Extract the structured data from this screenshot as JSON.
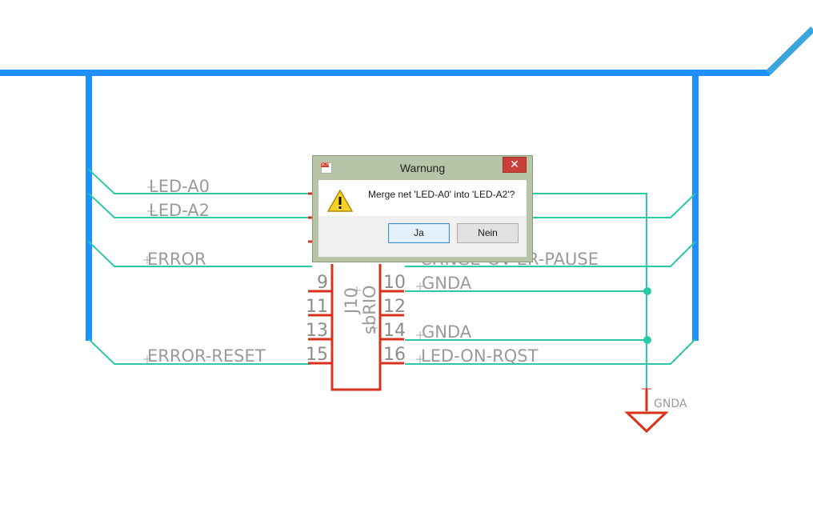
{
  "schematic": {
    "colors": {
      "bus": "#1e90ff",
      "net": "#2cc9a8",
      "part": "#d8321c",
      "text": "#9a9a9a"
    },
    "net_labels": {
      "led_a0": "LED-A0",
      "led_a2": "LED-A2",
      "error": "ERROR",
      "error_reset": "ERROR-RESET",
      "right_top": "CHNGE-OV-ER-PAUSE",
      "gnda_10": "GNDA",
      "gnda_14": "GNDA",
      "led_on_rqst": "LED-ON-RQST"
    },
    "part": {
      "name": "J10",
      "value": "sbRIO"
    },
    "pins_left": [
      "9",
      "11",
      "13",
      "15"
    ],
    "pins_right": [
      "10",
      "12",
      "14",
      "16"
    ],
    "ground_symbol_label": "GNDA"
  },
  "dialog": {
    "title": "Warnung",
    "close_glyph": "✕",
    "icon_tag": "SCH",
    "message": "Merge net 'LED-A0' into 'LED-A2'?",
    "yes_label": "Ja",
    "no_label": "Nein"
  }
}
